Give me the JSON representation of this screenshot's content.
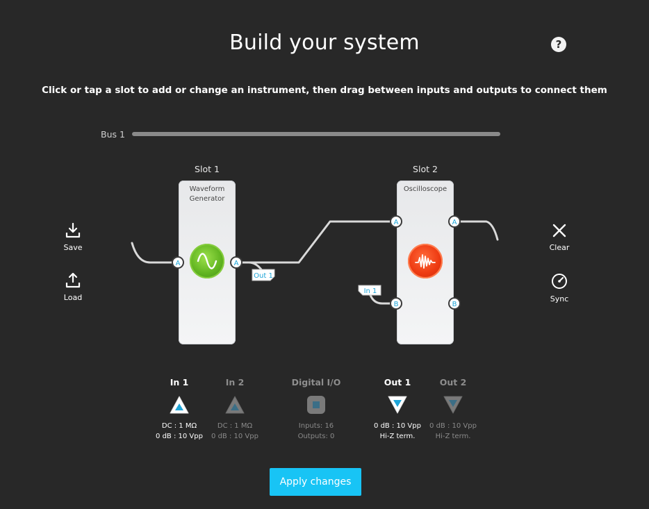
{
  "header": {
    "title": "Build your system",
    "subtitle": "Click or tap a slot to add or change an instrument, then drag between inputs and outputs to connect them",
    "help_glyph": "?"
  },
  "bus": {
    "label": "Bus 1"
  },
  "slots": [
    {
      "label": "Slot 1",
      "instrument_line1": "Waveform",
      "instrument_line2": "Generator",
      "icon": "sine-wave-icon",
      "color": "#62b521"
    },
    {
      "label": "Slot 2",
      "instrument_line1": "Oscilloscope",
      "instrument_line2": "",
      "icon": "signal-trace-icon",
      "color": "#ee3b12"
    }
  ],
  "ports": {
    "a": "A",
    "b": "B"
  },
  "tags": {
    "out1": "Out 1",
    "in1": "In 1"
  },
  "side_left": {
    "save": "Save",
    "load": "Load"
  },
  "side_right": {
    "clear": "Clear",
    "sync": "Sync"
  },
  "io": [
    {
      "title": "In 1",
      "line1": "DC : 1 MΩ",
      "line2": "0 dB : 10 Vpp",
      "icon": "input-triangle-icon",
      "active": true
    },
    {
      "title": "In 2",
      "line1": "DC : 1 MΩ",
      "line2": "0 dB : 10 Vpp",
      "icon": "input-triangle-icon",
      "active": false
    },
    {
      "title": "Digital I/O",
      "line1": "Inputs: 16",
      "line2": "Outputs: 0",
      "icon": "digital-square-icon",
      "active": false
    },
    {
      "title": "Out 1",
      "line1": "0 dB : 10 Vpp",
      "line2": "Hi-Z term.",
      "icon": "output-triangle-icon",
      "active": true
    },
    {
      "title": "Out 2",
      "line1": "0 dB : 10 Vpp",
      "line2": "Hi-Z term.",
      "icon": "output-triangle-icon",
      "active": false
    }
  ],
  "actions": {
    "apply": "Apply changes"
  },
  "colors": {
    "accent": "#18c4f5",
    "background": "#282828",
    "port": "#1ea5d8"
  }
}
